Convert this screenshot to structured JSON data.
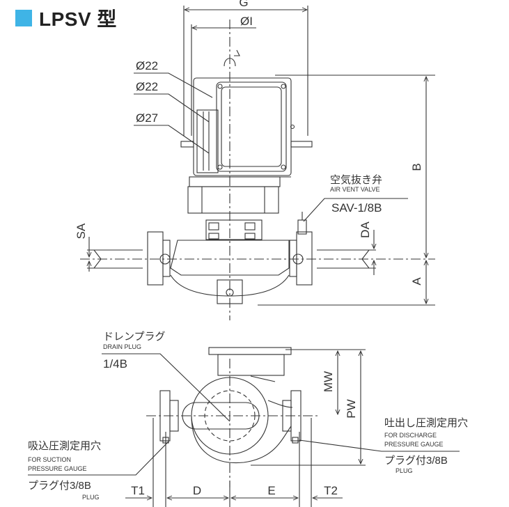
{
  "title": {
    "text": "LPSV 型",
    "accent_color": "#3fb4e6"
  },
  "top_view": {
    "dim_g": "G",
    "dim_phi_i": "ØI",
    "dim_b": "B",
    "dim_a": "A",
    "dim_sa": "SA",
    "dim_da": "DA",
    "cable_1": "Ø22",
    "cable_2": "Ø22",
    "cable_3": "Ø27",
    "air_vent_jp": "空気抜き弁",
    "air_vent_en": "AIR VENT VALVE",
    "air_vent_spec": "SAV-1/8B"
  },
  "bottom_view": {
    "drain_jp": "ドレンプラグ",
    "drain_en": "DRAIN PLUG",
    "drain_spec": "1/4B",
    "dim_mw": "MW",
    "dim_pw": "PW",
    "discharge_jp": "吐出し圧測定用穴",
    "discharge_en_1": "FOR DISCHARGE",
    "discharge_en_2": "PRESSURE GAUGE",
    "discharge_plug_jp": "プラグ付3/8B",
    "discharge_plug_en": "PLUG",
    "suction_jp": "吸込圧測定用穴",
    "suction_en_1": "FOR SUCTION",
    "suction_en_2": "PRESSURE GAUGE",
    "suction_plug_jp": "プラグ付3/8B",
    "suction_plug_en": "PLUG",
    "dim_t1": "T1",
    "dim_d": "D",
    "dim_e": "E",
    "dim_t2": "T2"
  }
}
